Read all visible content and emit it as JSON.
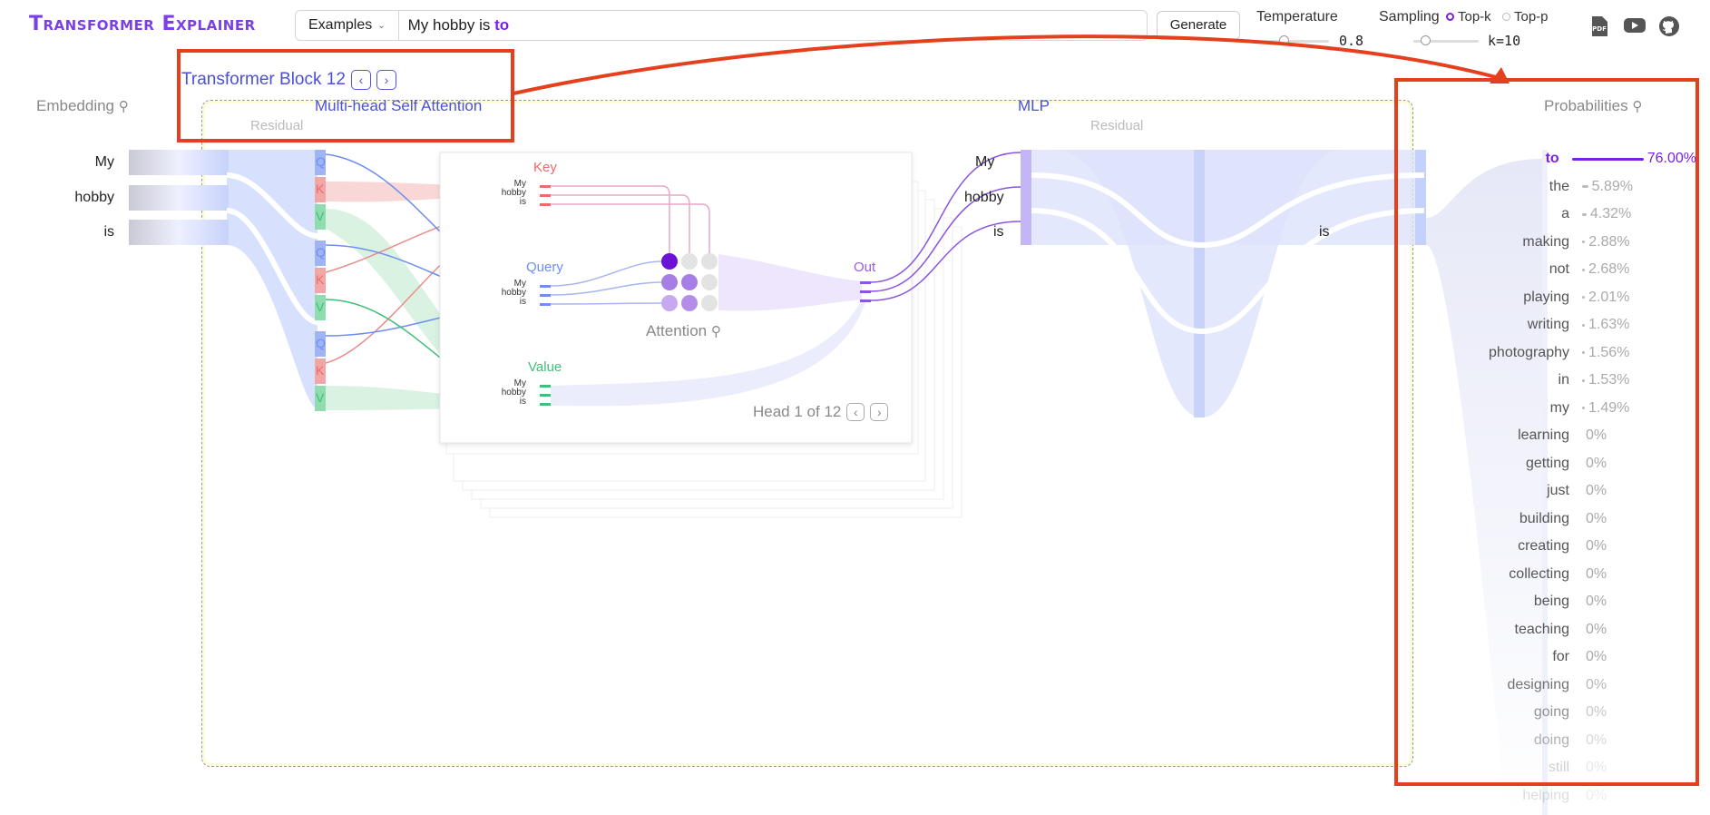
{
  "header": {
    "logo": "Transformer Explainer",
    "examples_label": "Examples",
    "prompt_text": "My hobby is",
    "prompt_pred": "to",
    "generate_label": "Generate",
    "temperature_label": "Temperature",
    "temperature_value": "0.8",
    "sampling_label": "Sampling",
    "sampling_topk": "Top-k",
    "sampling_topp": "Top-p",
    "k_value": "k=10"
  },
  "block": {
    "title": "Transformer Block 12",
    "embedding_label": "Embedding",
    "attention_label": "Multi-head Self Attention",
    "mlp_label": "MLP",
    "residual_label": "Residual",
    "probabilities_label": "Probabilities",
    "tokens": [
      "My",
      "hobby",
      "is"
    ],
    "qkv": [
      "Q",
      "K",
      "V"
    ],
    "key_label": "Key",
    "query_label": "Query",
    "value_label": "Value",
    "out_label": "Out",
    "attention_matrix_label": "Attention",
    "head_label": "Head 1 of 12",
    "last_token": "is"
  },
  "probabilities": [
    {
      "word": "to",
      "prob": "76.00%",
      "value": 76.0
    },
    {
      "word": "the",
      "prob": "5.89%",
      "value": 5.89
    },
    {
      "word": "a",
      "prob": "4.32%",
      "value": 4.32
    },
    {
      "word": "making",
      "prob": "2.88%",
      "value": 2.88
    },
    {
      "word": "not",
      "prob": "2.68%",
      "value": 2.68
    },
    {
      "word": "playing",
      "prob": "2.01%",
      "value": 2.01
    },
    {
      "word": "writing",
      "prob": "1.63%",
      "value": 1.63
    },
    {
      "word": "photography",
      "prob": "1.56%",
      "value": 1.56
    },
    {
      "word": "in",
      "prob": "1.53%",
      "value": 1.53
    },
    {
      "word": "my",
      "prob": "1.49%",
      "value": 1.49
    },
    {
      "word": "learning",
      "prob": "0%",
      "value": 0
    },
    {
      "word": "getting",
      "prob": "0%",
      "value": 0
    },
    {
      "word": "just",
      "prob": "0%",
      "value": 0
    },
    {
      "word": "building",
      "prob": "0%",
      "value": 0
    },
    {
      "word": "creating",
      "prob": "0%",
      "value": 0
    },
    {
      "word": "collecting",
      "prob": "0%",
      "value": 0
    },
    {
      "word": "being",
      "prob": "0%",
      "value": 0
    },
    {
      "word": "teaching",
      "prob": "0%",
      "value": 0
    },
    {
      "word": "for",
      "prob": "0%",
      "value": 0
    },
    {
      "word": "designing",
      "prob": "0%",
      "value": 0
    },
    {
      "word": "going",
      "prob": "0%",
      "value": 0
    },
    {
      "word": "doing",
      "prob": "0%",
      "value": 0
    },
    {
      "word": "still",
      "prob": "0%",
      "value": 0
    },
    {
      "word": "helping",
      "prob": "0%",
      "value": 0
    }
  ],
  "colors": {
    "accent": "#7b1fe0",
    "blue": "#4a4fdc",
    "query": "#6c8ff0",
    "key": "#ec6b6b",
    "value": "#3fbf78",
    "annotation": "#e5401e"
  },
  "icons": [
    "pdf-icon",
    "youtube-icon",
    "github-icon",
    "zoom-in-icon",
    "chevron-left-icon",
    "chevron-right-icon",
    "chevron-down-icon"
  ]
}
